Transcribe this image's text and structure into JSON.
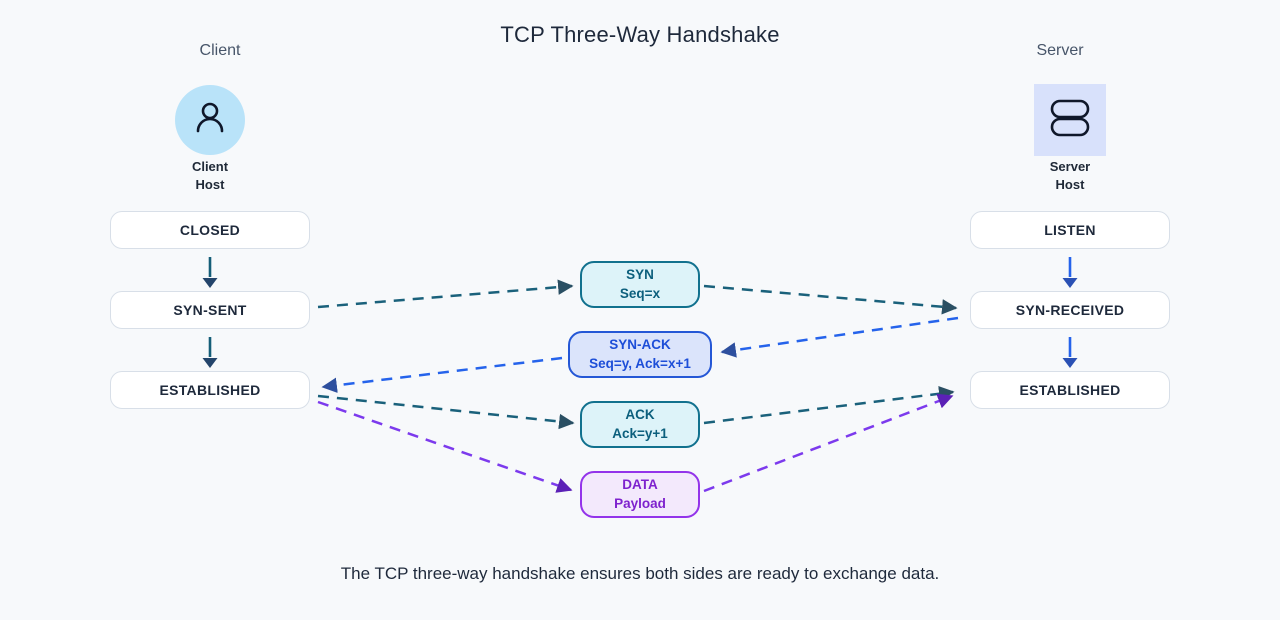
{
  "title": "TCP Three-Way Handshake",
  "caption": "The TCP three-way handshake ensures both sides are ready to exchange data.",
  "client": {
    "column_label": "Client",
    "icon": "person-icon",
    "host_label": [
      "Client",
      "Host"
    ],
    "states": [
      "CLOSED",
      "SYN-SENT",
      "ESTABLISHED"
    ]
  },
  "server": {
    "column_label": "Server",
    "icon": "server-stack-icon",
    "host_label": [
      "Server",
      "Host"
    ],
    "states": [
      "LISTEN",
      "SYN-RECEIVED",
      "ESTABLISHED"
    ]
  },
  "messages": [
    {
      "title": "SYN",
      "subtitle": "Seq=x",
      "direction": "client-to-server",
      "color": "#0e7490"
    },
    {
      "title": "SYN-ACK",
      "subtitle": "Seq=y, Ack=x+1",
      "direction": "server-to-client",
      "color": "#2563eb"
    },
    {
      "title": "ACK",
      "subtitle": "Ack=y+1",
      "direction": "client-to-server",
      "color": "#0e7490"
    },
    {
      "title": "DATA",
      "subtitle": "Payload",
      "direction": "client-to-server",
      "color": "#7c3aed"
    }
  ],
  "colors": {
    "background": "#f7f9fb",
    "teal_arrow": "#1a617b",
    "blue_arrow": "#2563eb",
    "purple_arrow": "#7c3aed",
    "client_icon_bg": "#b9e3f9",
    "server_icon_bg": "#d8e1fb",
    "state_text": "#1e293b"
  }
}
